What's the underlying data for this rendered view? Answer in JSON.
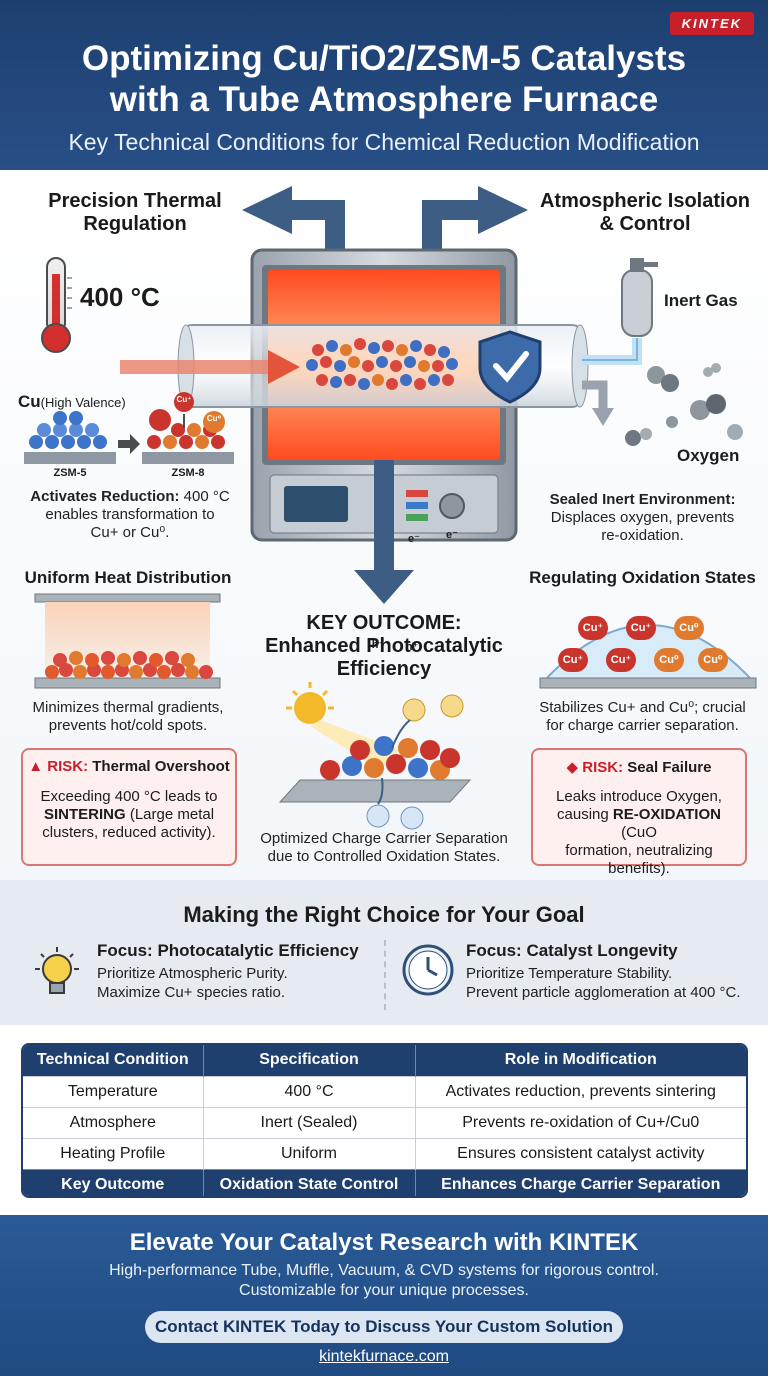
{
  "header": {
    "brand": "KINTEK",
    "title_line1": "Optimizing Cu/TiO2/ZSM-5 Catalysts",
    "title_line2": "with a Tube Atmosphere Furnace",
    "subtitle": "Key Technical Conditions for Chemical Reduction Modification"
  },
  "thermal": {
    "title_line1": "Precision Thermal",
    "title_line2": "Regulation",
    "temperature": "400 °C",
    "cu_label": "Cu",
    "cu_valence": "(High Valence)",
    "zsm_left": "ZSM-5",
    "zsm_right": "ZSM-8",
    "ion_cu_plus": "Cu⁺",
    "ion_cu_zero": "Cu⁰",
    "activates_bold": "Activates Reduction:",
    "activates_text": " 400 °C",
    "activates_line2": "enables transformation to",
    "activates_line3": "Cu+ or Cu⁰."
  },
  "atmosphere": {
    "title_line1": "Atmospheric Isolation",
    "title_line2": "& Control",
    "inert_gas": "Inert Gas",
    "oxygen": "Oxygen",
    "sealed_bold": "Sealed Inert Environment:",
    "sealed_line2": "Displaces oxygen, prevents",
    "sealed_line3": "re-oxidation."
  },
  "uniform": {
    "title": "Uniform Heat Distribution",
    "text_line1": "Minimizes thermal gradients,",
    "text_line2": "prevents hot/cold spots."
  },
  "oxidation": {
    "title": "Regulating Oxidation States",
    "text_line1": "Stabilizes Cu+ and Cu⁰; crucial",
    "text_line2": "for charge carrier separation.",
    "ions": [
      "Cu⁺",
      "Cu⁺",
      "Cu⁰",
      "Cu⁺",
      "Cu⁺",
      "Cu⁰",
      "Cu⁰"
    ]
  },
  "outcome": {
    "title_line1": "KEY OUTCOME:",
    "title_line2": "Enhanced Photocatalytic",
    "title_line3": "Efficiency",
    "electron": "e⁻",
    "hole": "h⁺",
    "caption_line1": "Optimized Charge Carrier Separation",
    "caption_line2": "due to Controlled Oxidation States."
  },
  "risk_thermal": {
    "label": "RISK:",
    "title": " Thermal Overshoot",
    "line1": "Exceeding 400 °C leads to",
    "bold": "SINTERING",
    "line2_rest": " (Large metal",
    "line3": "clusters, reduced activity)."
  },
  "risk_seal": {
    "label": "RISK:",
    "title": " Seal Failure",
    "line1": "Leaks introduce Oxygen,",
    "line2_pre": "causing ",
    "bold": "RE-OXIDATION",
    "line2_post": " (CuO",
    "line3": "formation, neutralizing",
    "line4": "benefits)."
  },
  "choice": {
    "title": "Making the Right Choice for Your Goal",
    "left_head": "Focus: Photocatalytic Efficiency",
    "left_line1": "Prioritize Atmospheric Purity.",
    "left_line2": "Maximize Cu+ species ratio.",
    "right_head": "Focus: Catalyst Longevity",
    "right_line1": "Prioritize Temperature Stability.",
    "right_line2": "Prevent particle agglomeration at 400 °C."
  },
  "table": {
    "headers": [
      "Technical Condition",
      "Specification",
      "Role in Modification"
    ],
    "rows": [
      [
        "Temperature",
        "400 °C",
        "Activates reduction, prevents sintering"
      ],
      [
        "Atmosphere",
        "Inert (Sealed)",
        "Prevents re-oxidation of Cu+/Cu0"
      ],
      [
        "Heating Profile",
        "Uniform",
        "Ensures consistent catalyst activity"
      ],
      [
        "Key Outcome",
        "Oxidation State Control",
        "Enhances Charge Carrier Separation"
      ]
    ]
  },
  "footer": {
    "title": "Elevate Your Catalyst Research with KINTEK",
    "line1": "High-performance Tube, Muffle, Vacuum, & CVD systems for rigorous control.",
    "line2": "Customizable for your unique processes.",
    "cta": "Contact KINTEK Today to Discuss Your Custom Solution",
    "url": "kintekfurnace.com"
  },
  "colors": {
    "navy": "#1f3f6e",
    "risk_red": "#c8202b",
    "heat_orange": "#ff6a2b"
  }
}
